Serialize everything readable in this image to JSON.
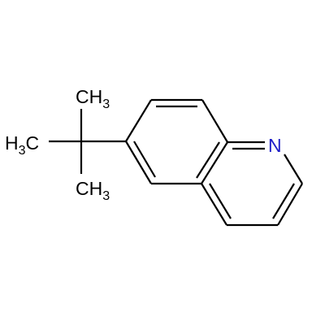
{
  "molecule": {
    "labels": {
      "ch3_top": {
        "element": "CH",
        "subscript": "3"
      },
      "ch3_left": {
        "prefix": "H",
        "subscript": "3",
        "element": "C"
      },
      "ch3_bottom": {
        "element": "CH",
        "subscript": "3"
      },
      "nitrogen": "N"
    },
    "colors": {
      "bond": "#000000",
      "nitrogen": "#1f1fc8",
      "label": "#000000",
      "background": "#ffffff"
    }
  }
}
